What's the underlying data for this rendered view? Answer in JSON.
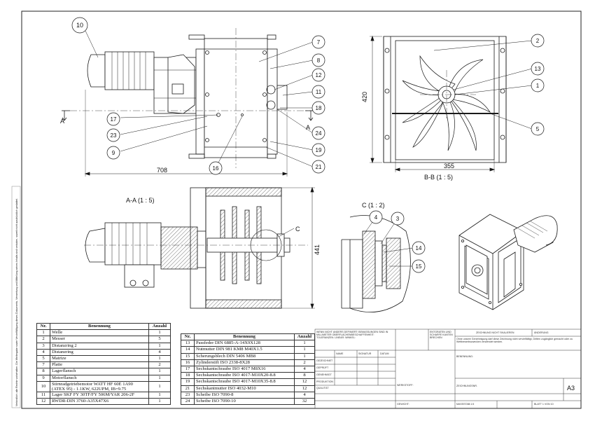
{
  "side_note": "Verbindlich: alle Rechte vorbehalten. Die Weitergabe sowie Vervielfältigung dieses Dokuments, Verwertung und Mitteilung seines Inhalts sind verboten, soweit nicht ausdrücklich gestattet.",
  "dimensions": {
    "overall_length": "708",
    "height_bb": "420",
    "width_bb": "355",
    "height_aa": "441"
  },
  "section_labels": {
    "a_left": "A",
    "a_right": "A",
    "aa": "A-A  (1 : 5)",
    "bb": "B-B  (1 : 5)",
    "c_detail": "C  (1 : 2)",
    "c_marker": "C"
  },
  "balloons": {
    "b10": "10",
    "b7": "7",
    "b8": "8",
    "b12": "12",
    "b11": "11",
    "b18": "18",
    "b17": "17",
    "b23": "23",
    "b9": "9",
    "b16": "16",
    "b24": "24",
    "b19": "19",
    "b21": "21",
    "b2": "2",
    "b13": "13",
    "b1": "1",
    "b5": "5",
    "b4": "4",
    "b3": "3",
    "b14": "14",
    "b15": "15"
  },
  "bom_headers": {
    "nr": "Nr.",
    "benennung": "Benennung",
    "anzahl": "Anzahl"
  },
  "bom_left": [
    {
      "nr": "1",
      "name": "Welle",
      "qty": "1"
    },
    {
      "nr": "2",
      "name": "Messer",
      "qty": "5"
    },
    {
      "nr": "3",
      "name": "Distanzring 2",
      "qty": "1"
    },
    {
      "nr": "4",
      "name": "Distanzring",
      "qty": "4"
    },
    {
      "nr": "5",
      "name": "Matrize",
      "qty": "1"
    },
    {
      "nr": "7",
      "name": "Platte",
      "qty": "2"
    },
    {
      "nr": "8",
      "name": "Lagerflansch",
      "qty": "1"
    },
    {
      "nr": "9",
      "name": "Motorflansch",
      "qty": "1"
    },
    {
      "nr": "10",
      "name": "Stirnradgetriebemotor WATT HF 60E 1A90 (ATEX 95) - 1.1KW, 622UPM, IB=9.75",
      "qty": "1"
    },
    {
      "nr": "11",
      "name": "Lager SKF FY 30TF/FY 506M/YAR 206-2F",
      "qty": "1"
    },
    {
      "nr": "12",
      "name": "RWDR-DIN 3760-A35X47X6",
      "qty": "1"
    }
  ],
  "bom_right": [
    {
      "nr": "13",
      "name": "Passfeder DIN 6885-A-14X9X128",
      "qty": "1"
    },
    {
      "nr": "14",
      "name": "Nutmutter DIN 981 KM8 M40X1.5",
      "qty": "1"
    },
    {
      "nr": "15",
      "name": "Scherungsblech DIN 5406 MB8",
      "qty": "1"
    },
    {
      "nr": "16",
      "name": "Zylinderstift ISO 2338-8X28",
      "qty": "2"
    },
    {
      "nr": "17",
      "name": "Sechskantschraube ISO 4017 M8X16",
      "qty": "4"
    },
    {
      "nr": "18",
      "name": "Sechskantschraube ISO 4017-M10X20-8.8",
      "qty": "8"
    },
    {
      "nr": "19",
      "name": "Sechskantschraube ISO 4017-M10X35-8.8",
      "qty": "12"
    },
    {
      "nr": "21",
      "name": "Sechskantmutter ISO 4032-M10",
      "qty": "12"
    },
    {
      "nr": "23",
      "name": "Scheibe ISO 7090-8",
      "qty": "4"
    },
    {
      "nr": "24",
      "name": "Scheibe ISO 7090-10",
      "qty": "32"
    }
  ],
  "title_block": {
    "general_note": "WENN NICHT ANDERS DEFINIERT: BEMASSUNGEN SIND IN MILLIMETER OBERFLÄCHENBESCHAFFENHEIT: TOLERANZEN: LINEAR: WINKEL:",
    "edges": "ENTGRATEN UND SCHARFE KANTEN BRECHEN",
    "no_scale": "ZEICHNUNG NICHT SKALIEREN",
    "revision": "ÄNDERUNG",
    "copyright": "Ohne unsere Genehmigung darf diese Zeichnung nicht vervielfältigt, Dritten zugänglich gemacht oder zu Wettbewerbszwecken verwendet werden.",
    "name": "NAME",
    "signature": "SIGNATUR",
    "date": "DATUM",
    "drawn": "GEZEICHNET",
    "checked": "GEPRÜFT",
    "approved": "GENEHMIGT",
    "production": "PRODUKTION",
    "quality": "QUALITÄT",
    "material": "WERKSTOFF:",
    "benennung": "BENENNUNG:",
    "drawing_no": "ZEICHNUNGSNR.",
    "weight": "GEWICHT:",
    "scale": "MASSSTAB:1:5",
    "sheet": "BLATT 1 VON 10",
    "format": "A3"
  },
  "colors": {
    "line": "#1a1a1a",
    "hatch": "#555555",
    "paper": "#ffffff"
  }
}
